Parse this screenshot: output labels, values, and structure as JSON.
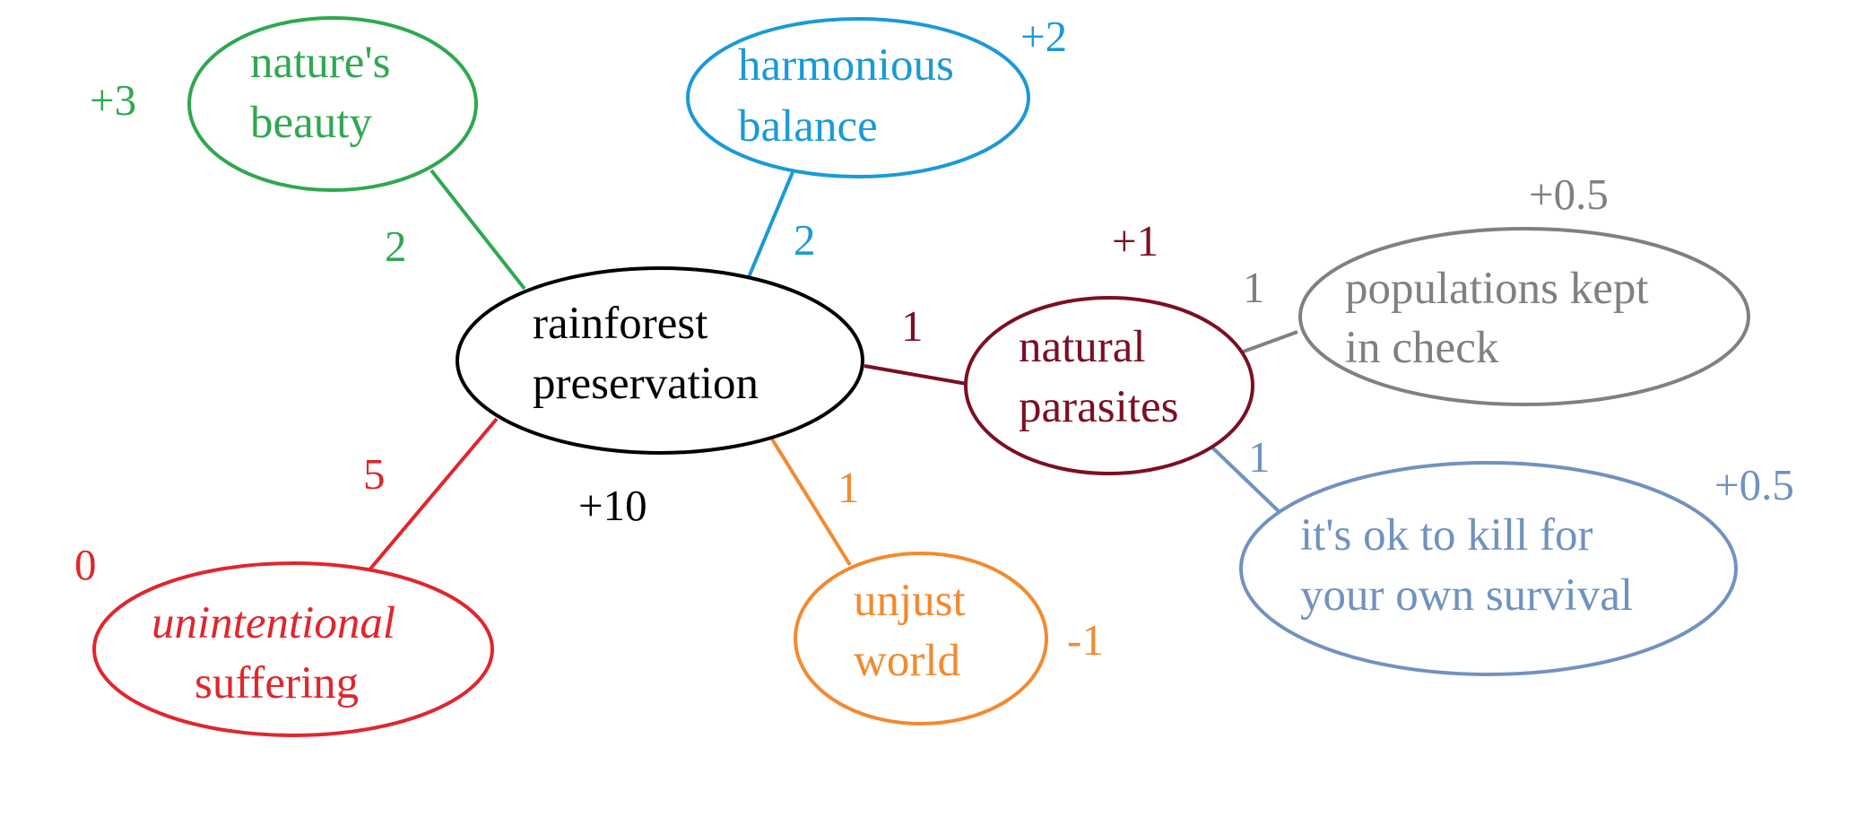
{
  "nodes": {
    "center": {
      "lines": [
        "rainforest",
        "preservation"
      ],
      "value": "+10",
      "color": "#000000"
    },
    "beauty": {
      "lines": [
        "nature's",
        "beauty"
      ],
      "value": "+3",
      "color": "#2fa84f"
    },
    "balance": {
      "lines": [
        "harmonious",
        "balance"
      ],
      "value": "+2",
      "color": "#1a9ad6"
    },
    "parasites": {
      "lines": [
        "natural",
        "parasites"
      ],
      "value": "+1",
      "color": "#7b0f23"
    },
    "check": {
      "lines": [
        "populations kept",
        "in check"
      ],
      "value": "+0.5",
      "color": "#808080"
    },
    "survival": {
      "lines": [
        "it's ok to kill for",
        "your own survival"
      ],
      "value": "+0.5",
      "color": "#7092bf"
    },
    "suffering": {
      "lines": [
        "unintentional",
        "suffering"
      ],
      "value": "0",
      "color": "#e0262e"
    },
    "unjust": {
      "lines": [
        "unjust",
        "world"
      ],
      "value": "-1",
      "color": "#f28a30"
    }
  },
  "edges": {
    "beauty": {
      "weight": "2"
    },
    "balance": {
      "weight": "2"
    },
    "parasites": {
      "weight": "1"
    },
    "check": {
      "weight": "1"
    },
    "survival": {
      "weight": "1"
    },
    "suffering": {
      "weight": "5"
    },
    "unjust": {
      "weight": "1"
    }
  }
}
